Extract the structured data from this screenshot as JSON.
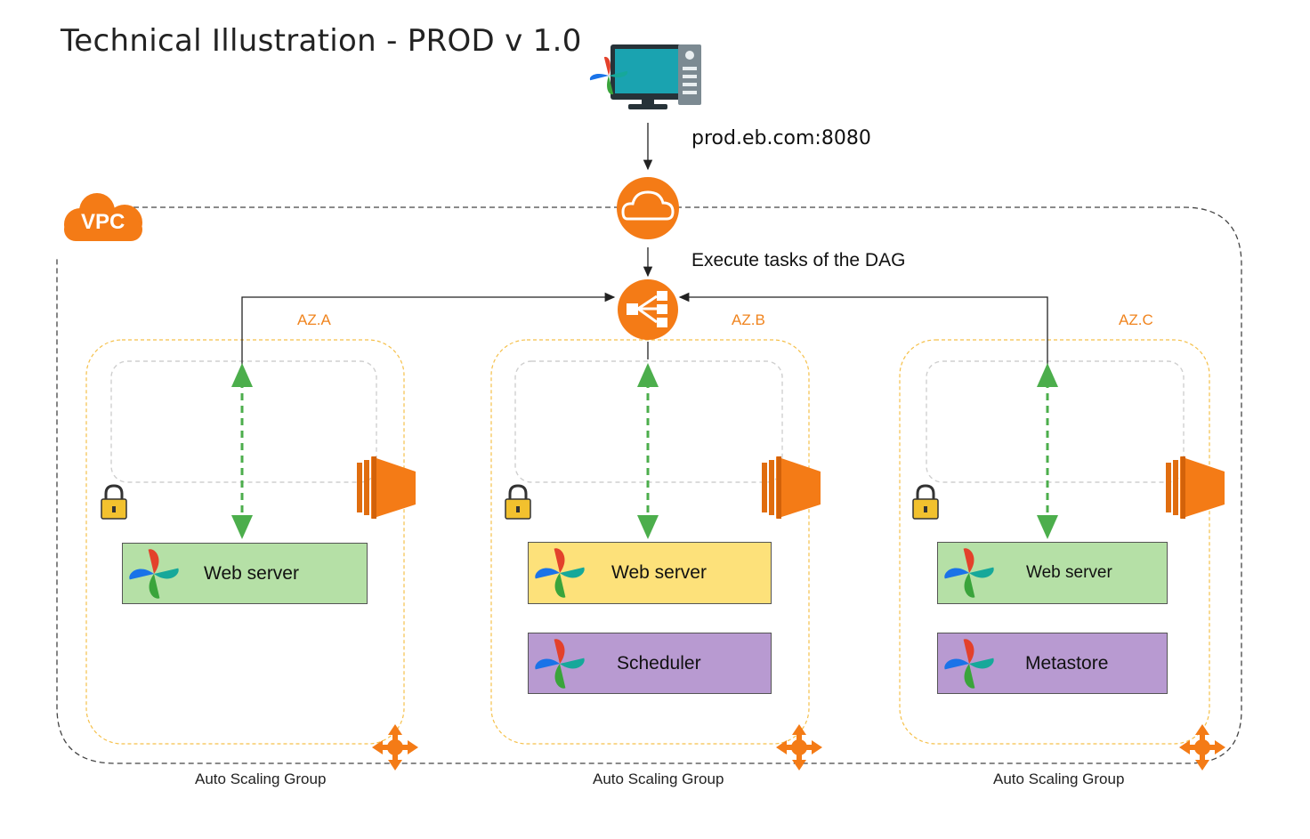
{
  "title": "Technical Illustration - PROD v 1.0",
  "client": {
    "url": "prod.eb.com:8080",
    "icon": "desktop-computer-icon"
  },
  "gateway": {
    "icon": "cloud-icon",
    "color": "#f47b16"
  },
  "load_balancer": {
    "label": "Execute tasks of the DAG",
    "icon": "load-balancer-icon"
  },
  "vpc": {
    "label": "VPC",
    "color": "#f47b16"
  },
  "zones": [
    {
      "label": "AZ.A",
      "group_label": "Auto Scaling Group",
      "services": [
        {
          "label": "Web server",
          "color": "#b5e0a6"
        }
      ]
    },
    {
      "label": "AZ.B",
      "group_label": "Auto Scaling Group",
      "services": [
        {
          "label": "Web server",
          "color": "#fde17a"
        },
        {
          "label": "Scheduler",
          "color": "#b89ad1"
        }
      ]
    },
    {
      "label": "AZ.C",
      "group_label": "Auto Scaling Group",
      "services": [
        {
          "label": "Web server",
          "color": "#b5e0a6"
        },
        {
          "label": "Metastore",
          "color": "#b89ad1"
        }
      ]
    }
  ],
  "colors": {
    "accent": "#f47b16",
    "az_border": "#f5c04a",
    "connection": "#4cae4c"
  }
}
